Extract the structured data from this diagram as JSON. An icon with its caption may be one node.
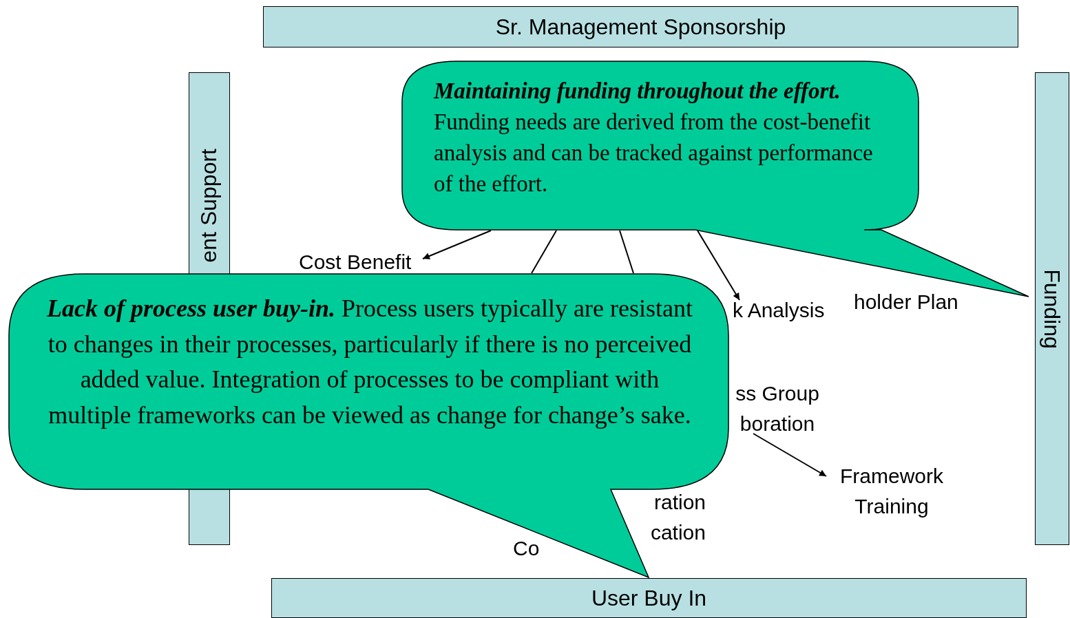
{
  "diagram": {
    "nodes": [
      {
        "text": [
          "Sr. Management Sponsorship"
        ]
      },
      {
        "text": [
          "ent Support"
        ]
      },
      {
        "text": [
          "Funding"
        ]
      },
      {
        "text": [
          "User Buy In"
        ]
      },
      {
        "text": [
          "**Maintaining funding throughout the effort.** Funding needs are derived from the cost-benefit analysis and can be tracked against performance of the effort."
        ]
      },
      {
        "text": [
          "**Lack of process user buy-in.** Process users typically are resistant to changes in their processes, particularly if there is no perceived added value. Integration of processes to be compliant with multiple frameworks can be viewed as change for change’s sake."
        ]
      },
      {
        "text": [
          "Cost Benefit"
        ]
      },
      {
        "text": [
          "holder Plan"
        ]
      },
      {
        "text": [
          "k Analysis"
        ]
      },
      {
        "text": [
          "ss Group boration"
        ]
      },
      {
        "text": [
          "Framework Training"
        ]
      },
      {
        "text": [
          "ration cation"
        ]
      }
    ],
    "edges": [
      {
        "from": 4,
        "to": 6,
        "arrow": "to"
      },
      {
        "from": 4,
        "to": 5,
        "arrow": "none"
      },
      {
        "from": 4,
        "to": 5,
        "arrow": "none"
      },
      {
        "from": 4,
        "to": 8,
        "arrow": "to"
      },
      {
        "from": 9,
        "to": 10,
        "arrow": "to"
      }
    ],
    "labels": [
      "Co"
    ]
  }
}
